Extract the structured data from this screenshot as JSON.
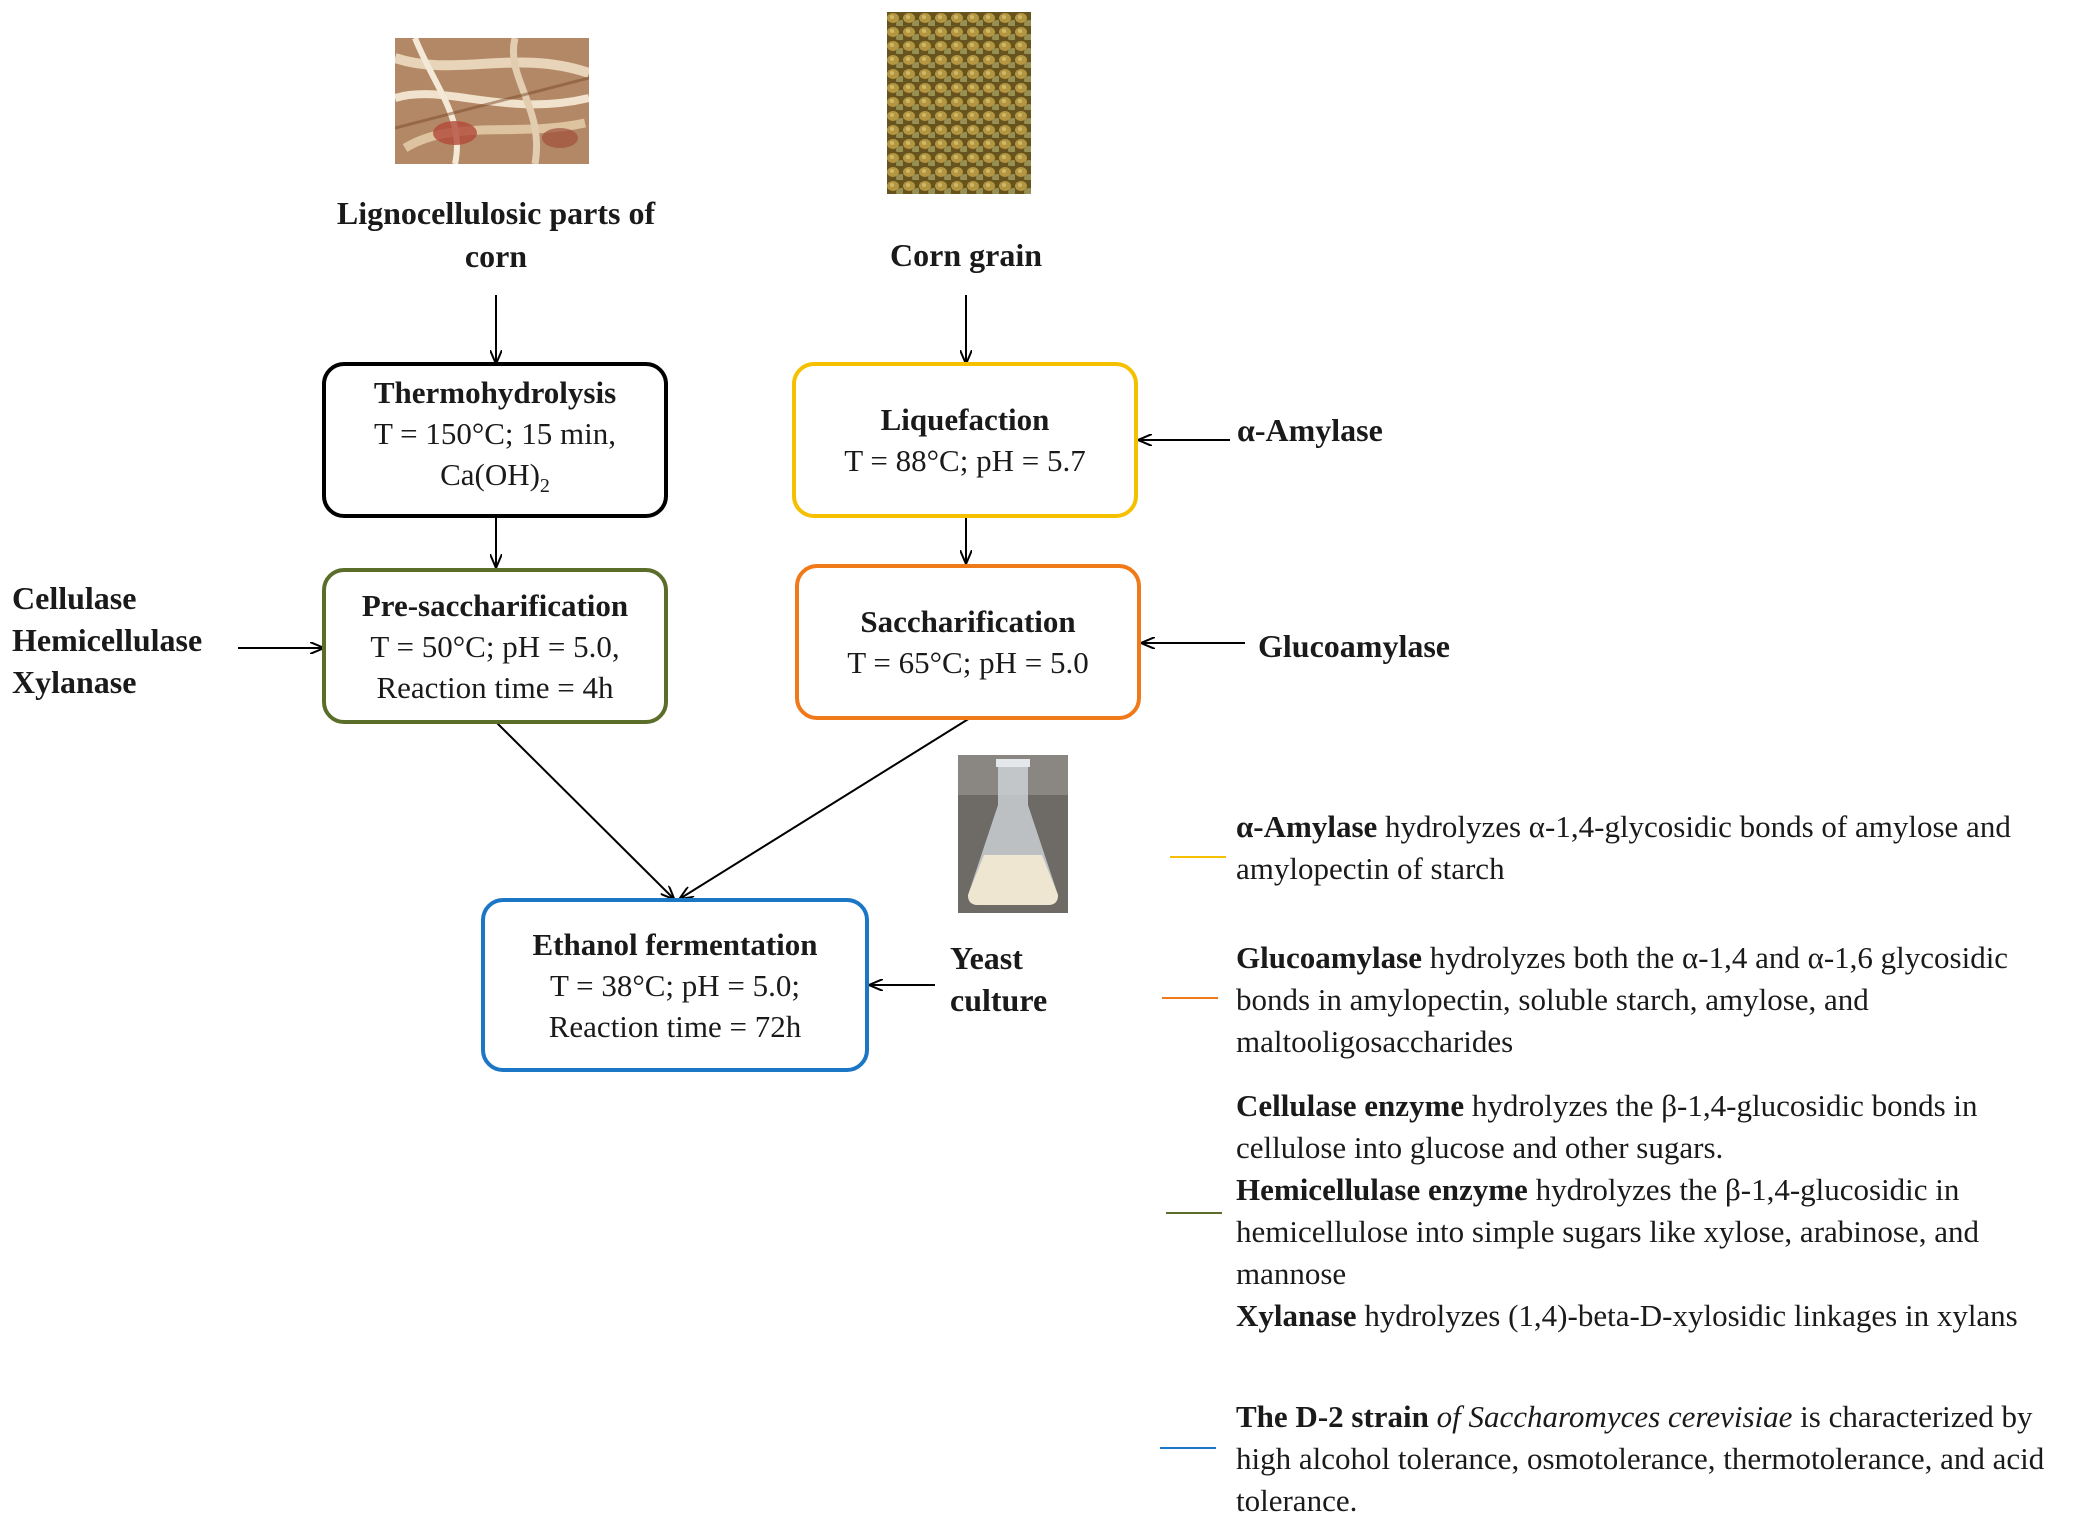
{
  "colors": {
    "thermo": "#000000",
    "presacch": "#5a6e2a",
    "liquefaction": "#f5c000",
    "saccharification": "#f07a1a",
    "fermentation": "#1c76c6",
    "legend_amylase": "#f5c000",
    "legend_glucoamylase": "#f07a1a",
    "legend_cellulase": "#5a6e2a",
    "legend_yeast": "#1c76c6"
  },
  "images": {
    "stover": "corn-stover-photo",
    "grain": "corn-grain-photo",
    "flask": "yeast-flask-photo"
  },
  "sources": {
    "lignocellulosic": "Lignocellulosic parts of corn",
    "corn_grain": "Corn grain"
  },
  "boxes": {
    "thermo": {
      "title": "Thermohydrolysis",
      "line1": "T = 150°C;  15 min,",
      "line2_main": "Ca(OH)",
      "line2_sub": "2"
    },
    "presacch": {
      "title": "Pre-saccharification",
      "line1": "T = 50°C; pH = 5.0,",
      "line2": "Reaction time = 4h"
    },
    "liquefaction": {
      "title": "Liquefaction",
      "line1": "T = 88°C; pH = 5.7"
    },
    "saccharification": {
      "title": "Saccharification",
      "line1": "T = 65°C; pH = 5.0"
    },
    "fermentation": {
      "title": "Ethanol fermentation",
      "line1": "T = 38°C; pH = 5.0;",
      "line2": "Reaction time = 72h"
    }
  },
  "inputs": {
    "enzymes_left": [
      "Cellulase",
      "Hemicellulase",
      "Xylanase"
    ],
    "alpha_amylase": "α-Amylase",
    "glucoamylase": "Glucoamylase",
    "yeast": [
      "Yeast",
      "culture"
    ]
  },
  "legend": {
    "amylase": {
      "bold": "α-Amylase",
      "text": " hydrolyzes α-1,4-glycosidic bonds of amylose and amylopectin of starch"
    },
    "glucoamylase": {
      "bold": "Glucoamylase",
      "text": " hydrolyzes both the α-1,4 and α-1,6 glycosidic bonds in amylopectin, soluble starch, amylose, and maltooligosaccharides"
    },
    "cellulase": {
      "bold": "Cellulase enzyme",
      "text": " hydrolyzes the β-1,4-glucosidic bonds in cellulose into glucose and other sugars."
    },
    "hemicellulase": {
      "bold": "Hemicellulase enzyme",
      "text": " hydrolyzes the β-1,4-glucosidic in hemicellulose into simple sugars like xylose, arabinose, and mannose"
    },
    "xylanase": {
      "bold": "Xylanase",
      "text": " hydrolyzes (1,4)-beta-D-xylosidic linkages in xylans"
    },
    "yeast": {
      "bold": "The D-2 strain",
      "italic": " of Saccharomyces cerevisiae",
      "text": " is characterized by high alcohol tolerance, osmotolerance, thermotolerance, and acid tolerance."
    }
  }
}
